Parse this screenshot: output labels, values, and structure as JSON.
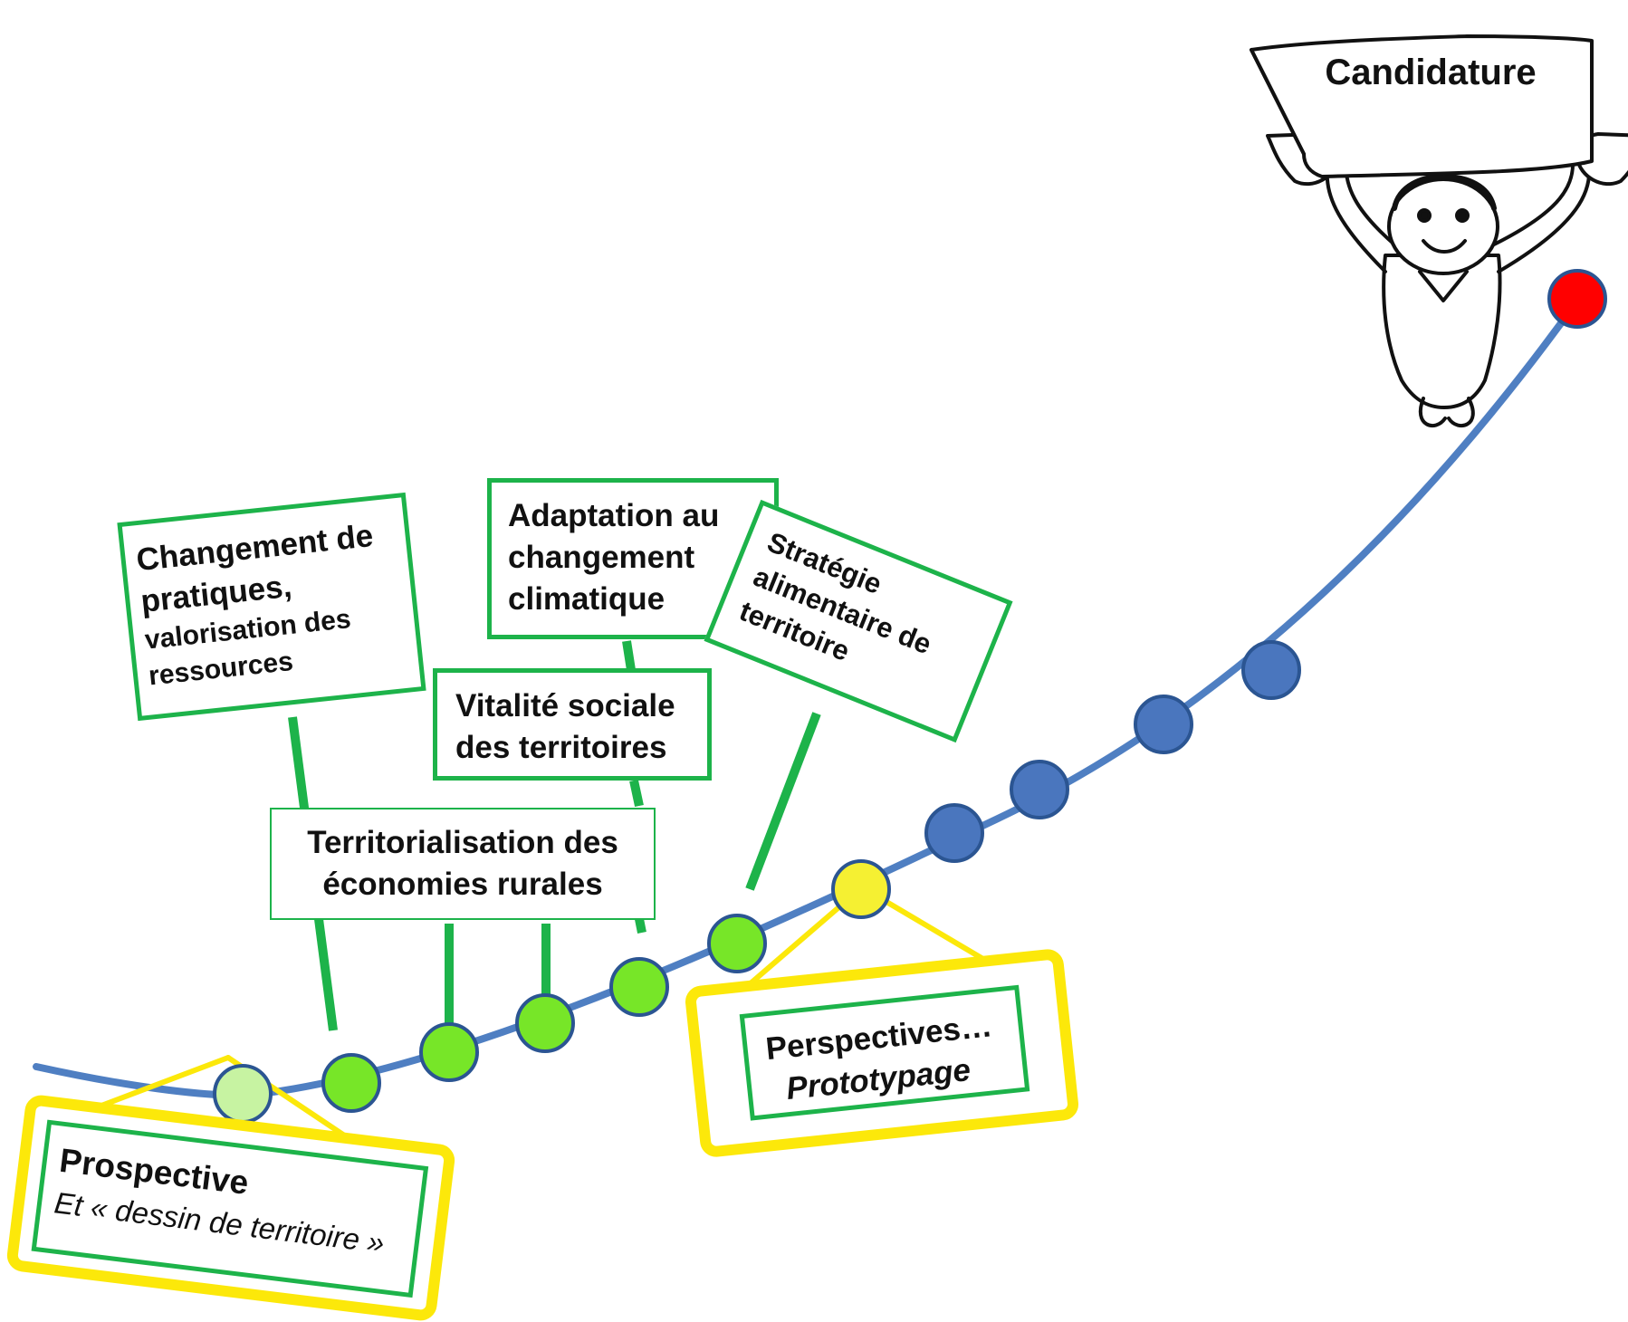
{
  "colors": {
    "path": "#4f7fc2",
    "path_outline": "#2b5592",
    "milestone_light": "#c7f3a2",
    "milestone_green": "#77e628",
    "milestone_yellow": "#f5f032",
    "milestone_blue": "#4a76be",
    "milestone_red": "#ff0000",
    "box_border": "#1db34a",
    "highlight_frame": "#fce80a"
  },
  "sign": {
    "title": "Candidature"
  },
  "themes": [
    {
      "id": "pratiques",
      "lines": [
        "Changement de",
        "pratiques,",
        "valorisation des",
        "ressources"
      ]
    },
    {
      "id": "climat",
      "lines": [
        "Adaptation au",
        "changement",
        "climatique"
      ]
    },
    {
      "id": "alimentaire",
      "lines": [
        "Stratégie",
        "alimentaire de",
        "territoire"
      ]
    },
    {
      "id": "vitalite",
      "lines": [
        "Vitalité sociale",
        "des territoires"
      ]
    },
    {
      "id": "economies",
      "lines": [
        "Territorialisation des",
        "économies rurales"
      ]
    }
  ],
  "phases": {
    "start": {
      "title": "Prospective",
      "subtitle": "Et « dessin de territoire »"
    },
    "next": {
      "title": "Perspectives…",
      "subtitle": "Prototypage"
    }
  },
  "icons": {
    "character": "person-holding-sign-icon"
  }
}
